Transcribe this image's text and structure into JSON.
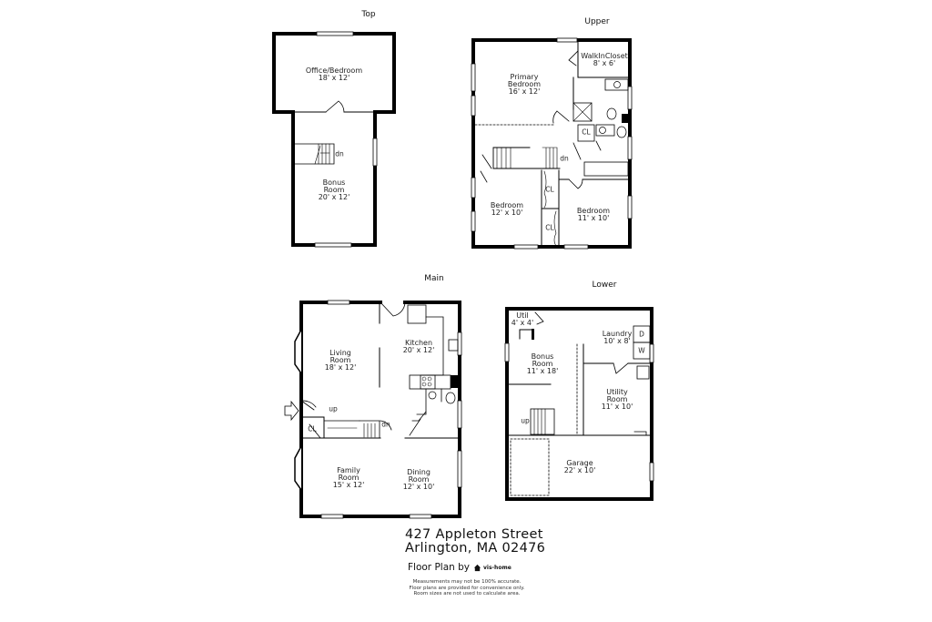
{
  "floors": {
    "top": {
      "title": "Top",
      "rooms": [
        {
          "name": "Office/Bedroom",
          "size": "18' x 12'"
        },
        {
          "name": "Bonus Room",
          "name_lines": [
            "Bonus",
            "Room"
          ],
          "size": "20' x 12'"
        }
      ],
      "tags": {
        "stairs": "dn"
      }
    },
    "upper": {
      "title": "Upper",
      "rooms": [
        {
          "name": "Primary Bedroom",
          "name_lines": [
            "Primary",
            "Bedroom"
          ],
          "size": "16' x 12'"
        },
        {
          "name": "WalkInCloset",
          "size": "8' x 6'"
        },
        {
          "name": "Bedroom",
          "size": "12' x 10'"
        },
        {
          "name": "Bedroom",
          "size": "11' x 10'"
        }
      ],
      "tags": {
        "closet1": "CL",
        "closet2": "CL",
        "closet3": "CL",
        "stairs": "dn"
      }
    },
    "main": {
      "title": "Main",
      "rooms": [
        {
          "name": "Living Room",
          "name_lines": [
            "Living",
            "Room"
          ],
          "size": "18' x 12'"
        },
        {
          "name": "Kitchen",
          "size": "20' x 12'"
        },
        {
          "name": "Family Room",
          "name_lines": [
            "Family",
            "Room"
          ],
          "size": "15' x 12'"
        },
        {
          "name": "Dining Room",
          "name_lines": [
            "Dining",
            "Room"
          ],
          "size": "12' x 10'"
        }
      ],
      "tags": {
        "closet": "CL",
        "stairs_up": "up",
        "stairs_dn": "dn"
      }
    },
    "lower": {
      "title": "Lower",
      "rooms": [
        {
          "name": "Util",
          "size": "4' x 4'"
        },
        {
          "name": "Laundry",
          "size": "10' x 8'"
        },
        {
          "name": "Bonus Room",
          "name_lines": [
            "Bonus",
            "Room"
          ],
          "size": "11' x 18'"
        },
        {
          "name": "Utility Room",
          "name_lines": [
            "Utility",
            "Room"
          ],
          "size": "11' x 10'"
        },
        {
          "name": "Garage",
          "size": "22' x 10'"
        }
      ],
      "tags": {
        "dryer": "D",
        "washer": "W",
        "stairs": "up"
      }
    }
  },
  "address": {
    "line1": "427 Appleton Street",
    "line2": "Arlington, MA 02476"
  },
  "credit": {
    "label": "Floor Plan by",
    "brand": "vis-home",
    "brand_icon": "house-icon"
  },
  "disclaimer": [
    "Measurements may not be 100% accurate.",
    "Floor plans are provided for convenience only.",
    "Room sizes are not used to calculate area."
  ]
}
